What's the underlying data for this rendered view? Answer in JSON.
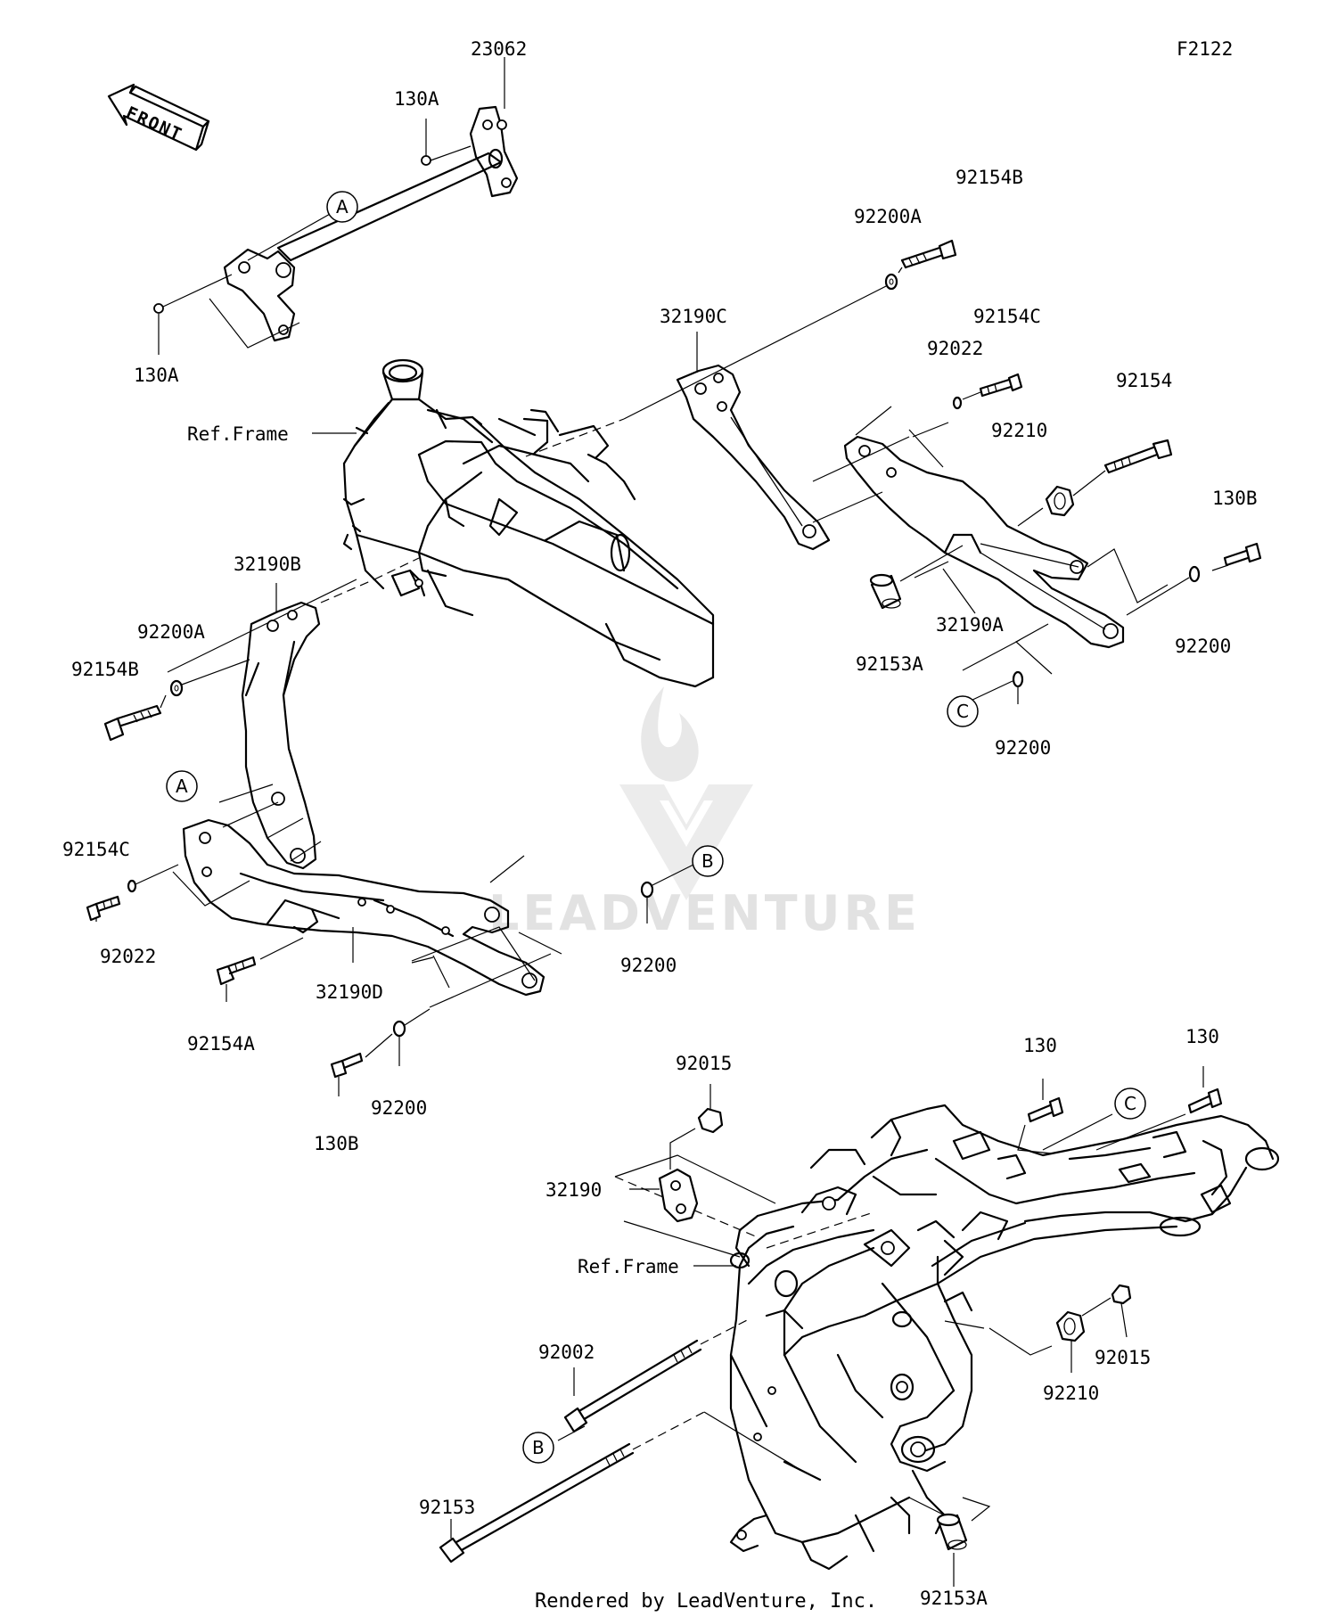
{
  "diagram_code": "F2122",
  "footer": "Rendered by LeadVenture, Inc.",
  "watermark": "LEADVENTURE",
  "front_arrow": "FRONT",
  "ref_labels": [
    "Ref.Frame",
    "Ref.Frame"
  ],
  "ref_markers": [
    "A",
    "A",
    "B",
    "B",
    "C",
    "C"
  ],
  "part_labels": [
    "23062",
    "130A",
    "130A",
    "92154B",
    "92200A",
    "32190C",
    "92154C",
    "92022",
    "92154",
    "92210",
    "130B",
    "32190A",
    "92153A",
    "92200",
    "92200",
    "32190B",
    "92200A",
    "92154B",
    "92154C",
    "92022",
    "32190D",
    "92154A",
    "92200",
    "92200",
    "130B",
    "92015",
    "130",
    "130",
    "32190",
    "92002",
    "92210",
    "92015",
    "92153",
    "92153A"
  ]
}
